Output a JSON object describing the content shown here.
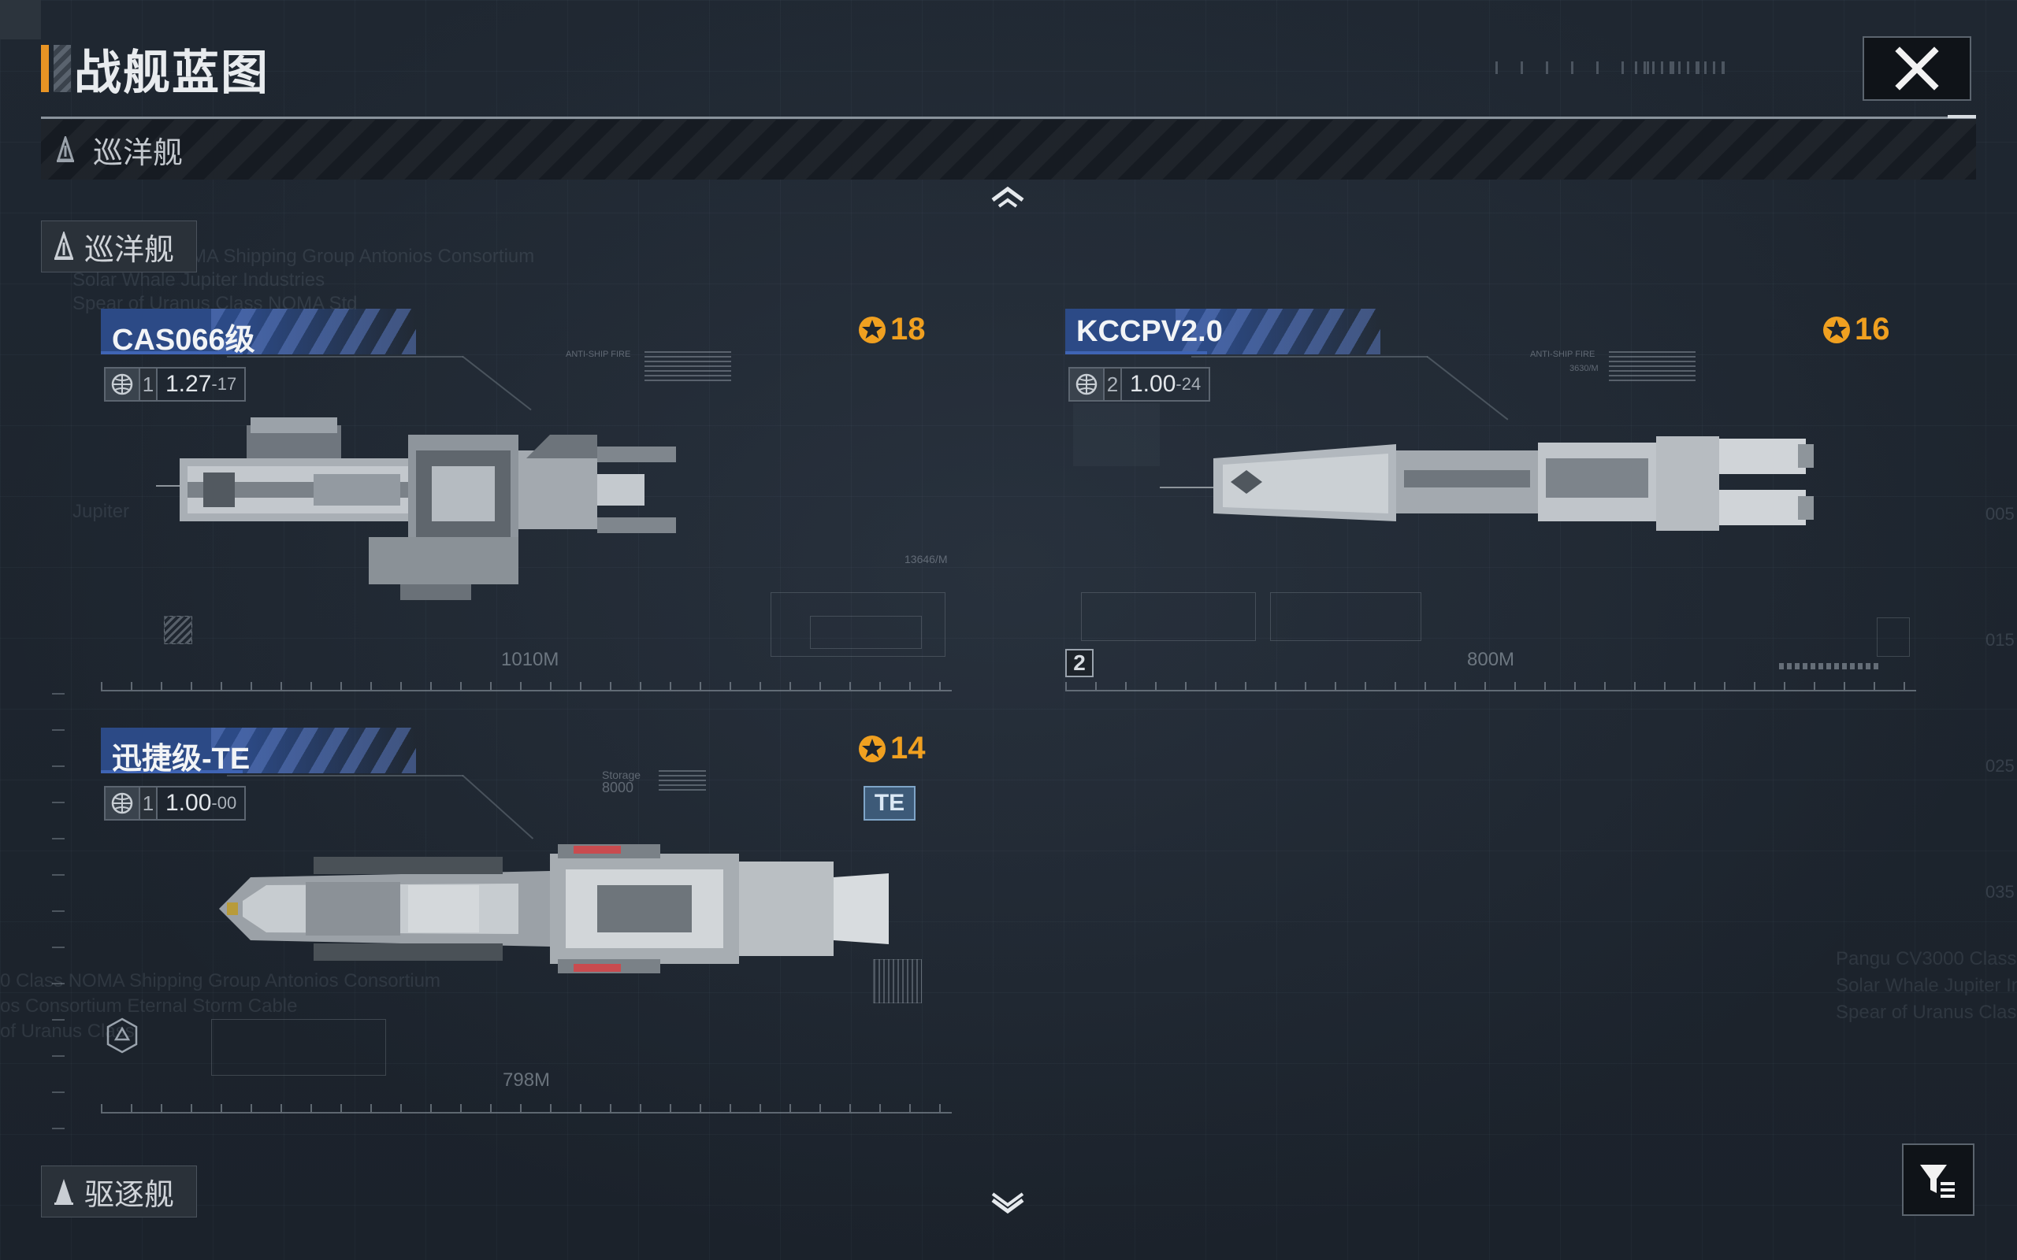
{
  "header": {
    "title": "战舰蓝图",
    "close_icon": "close-icon"
  },
  "category_bar": {
    "label": "巡洋舰",
    "icon": "ship-class-icon"
  },
  "sections": [
    {
      "label": "巡洋舰",
      "icon": "ship-class-icon"
    },
    {
      "label": "驱逐舰",
      "icon": "ship-class-icon"
    }
  ],
  "ghost_text": {
    "line1": "NOMA Shipping Group Antonios Consortium",
    "line2": "Solar Whale Jupiter Industries",
    "line3": "Spear of Uranus Class NOMA Std",
    "jupiter": "Jupiter",
    "bl1": "0 Class NOMA Shipping Group Antonios Consortium",
    "bl2": "os Consortium Eternal Storm Cable",
    "bl3": "of Uranus Class",
    "br1": "Pangu CV3000 Class",
    "br2": "Solar Whale Jupiter In",
    "br3": "Spear of Uranus Class"
  },
  "right_labels": [
    "005",
    "015",
    "025",
    "035"
  ],
  "cards": [
    {
      "name": "CAS066级",
      "tier": "1",
      "version": "1.27",
      "version_sub": "-17",
      "power": "18",
      "length": "1010M",
      "anno1": "ANTI-SHIP FIRE",
      "anno2": "13646/M",
      "num_badge": ""
    },
    {
      "name": "KCCPV2.0",
      "tier": "2",
      "version": "1.00",
      "version_sub": "-24",
      "power": "16",
      "length": "800M",
      "anno1": "ANTI-SHIP FIRE",
      "anno2": "3630/M",
      "num_badge": "2"
    },
    {
      "name": "迅捷级-TE",
      "tier": "1",
      "version": "1.00",
      "version_sub": "-00",
      "power": "14",
      "length": "798M",
      "badge": "TE",
      "anno1": "Storage",
      "anno2": "8000",
      "num_badge": ""
    }
  ],
  "filter_icon": "filter-icon",
  "colors": {
    "accent_orange": "#f0a020",
    "name_plate_blue": "#2c4a86",
    "background": "#1e252e"
  }
}
